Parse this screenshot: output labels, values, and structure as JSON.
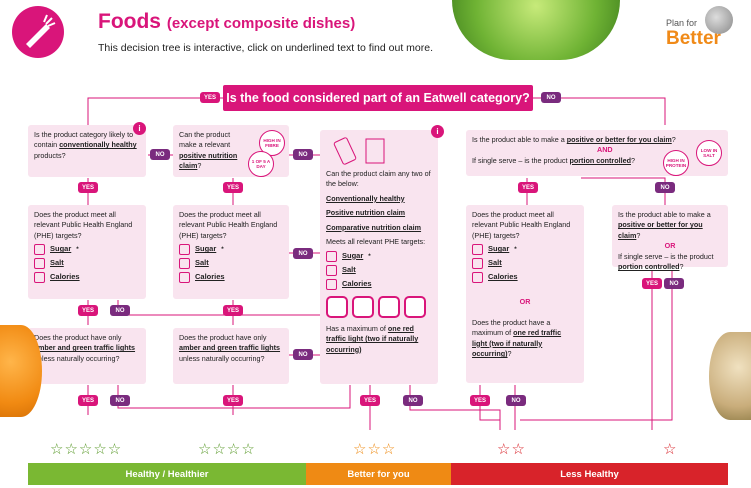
{
  "header": {
    "title": "Foods",
    "title_suffix": "(except composite dishes)",
    "subtitle": "This decision tree is interactive, click on underlined text to find out more.",
    "brand_top": "Plan for",
    "brand_bottom": "Better"
  },
  "question": {
    "text": "Is the food considered part of an Eatwell category?",
    "yes": "YES",
    "no": "NO"
  },
  "labels": {
    "yes": "YES",
    "no": "NO",
    "or": "OR",
    "and": "AND"
  },
  "col1": {
    "q1_pre": "Is the product category likely to contain ",
    "q1_link": "conventionally healthy",
    "q1_post": " products?",
    "q2": "Does the product meet all relevant Public Health England (PHE) targets?",
    "q3_pre": "Does the product have only ",
    "q3_link": "amber and green traffic lights",
    "q3_post": " unless naturally occurring?"
  },
  "col2": {
    "q1_pre": "Can the product make a relevant ",
    "q1_link": "positive nutrition claim",
    "q1_post": "?",
    "badge1": "HIGH IN FIBRE",
    "badge2": "1 OF 5 A DAY",
    "q2": "Does the product meet all relevant Public Health England (PHE) targets?",
    "q3_pre": "Does the product have only ",
    "q3_link": "amber and green traffic lights",
    "q3_post": " unless naturally occurring?"
  },
  "col3": {
    "intro": "Can the product claim any two of the below:",
    "claims": [
      "Conventionally healthy",
      "Positive nutrition claim",
      "Comparative nutrition claim"
    ],
    "phe": "Meets all relevant PHE targets:",
    "traffic_pre": "Has a maximum of ",
    "traffic_link": "one red traffic light (two if naturally occurring)"
  },
  "col4": {
    "q1_pre": "Is the product able to make a ",
    "q1_link": "positive or better for you claim",
    "q1_post": "?",
    "q1b_pre": "If single serve – is the product ",
    "q1b_link": "portion controlled",
    "q1b_post": "?",
    "badge1": "HIGH IN PROTEIN",
    "badge2": "LOW IN SALT",
    "q2": "Does the product meet all relevant Public Health England (PHE) targets?",
    "q3_pre": "Does the product have a maximum of ",
    "q3_link": "one red traffic light (two if naturally occurring)",
    "q3_post": "?"
  },
  "col5": {
    "q1_pre": "Is the product able to make a ",
    "q1_link": "positive or better for you claim",
    "q1_post": "?",
    "q1b_pre": "If single serve – is the product ",
    "q1b_link": "portion controlled",
    "q1b_post": "?"
  },
  "nutrients": {
    "sugar": "Sugar",
    "sugar_mark": "*",
    "salt": "Salt",
    "calories": "Calories"
  },
  "ratings": {
    "five": "☆☆☆☆☆",
    "four": "☆☆☆☆",
    "three": "☆☆☆",
    "two": "☆☆",
    "one": "☆"
  },
  "bands": [
    {
      "label": "Healthy / Healthier",
      "color": "#7ab833"
    },
    {
      "label": "Better for you",
      "color": "#ef8a14"
    },
    {
      "label": "Less Healthy",
      "color": "#d8232a"
    }
  ],
  "colors": {
    "primary": "#d9157a",
    "no": "#7a2b7e",
    "panel": "#f9e4ef"
  },
  "icons": [
    "carrot-icon",
    "info-icon",
    "sugar-icon",
    "salt-icon",
    "calories-icon",
    "snack-bar-icon",
    "star-icon"
  ]
}
